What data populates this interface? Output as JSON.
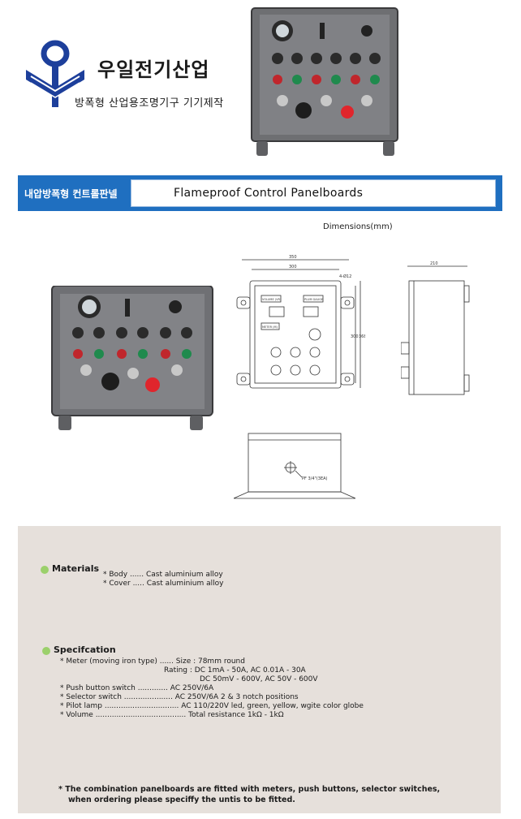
{
  "header": {
    "company_name": "우일전기산업",
    "company_sub": "방폭형 산업용조명기구 기기제작"
  },
  "title_bar": {
    "korean": "내압방폭형 컨트롤판넬",
    "english": "Flameproof Control Panelboards"
  },
  "dimensions_label": "Dimensions(mm)",
  "drawing": {
    "width_outer": "350",
    "width_inner": "300",
    "hole_spec": "4-Ø12",
    "height_outer": "368",
    "height_inner": "300",
    "depth": "210",
    "cable_entry": "PF 3/4\"(3EA)",
    "labels": [
      "VOLUME (VR)",
      "PLUM GAUGE",
      "METER (M)"
    ]
  },
  "materials": {
    "heading": "Materials",
    "lines": [
      "* Body ...... Cast aluminium alloy",
      "* Cover ..... Cast aluminium alloy"
    ]
  },
  "specification": {
    "heading": "Specifcation",
    "lines": [
      "* Meter (moving iron type) ...... Size : 78mm round",
      "Rating : DC 1mA - 50A, AC 0.01A - 30A",
      "DC 50mV - 600V, AC 50V - 600V",
      "* Push button switch ............. AC 250V/6A",
      "* Selector switch ..................... AC 250V/6A 2 & 3 notch positions",
      "* Pilot lamp ................................ AC 110/220V led, green, yellow, wgite color globe",
      "* Volume ....................................... Total resistance 1kΩ - 1kΩ"
    ]
  },
  "note": [
    "* The combination panelboards are fitted with meters, push buttons, selector switches,",
    "when ordering please speciffy the untis to be fitted."
  ],
  "colors": {
    "title_bar": "#1f6fc0",
    "logo": "#1d3f9b",
    "panel_bg": "#e6e0db",
    "bullet": "#9bd06b"
  }
}
